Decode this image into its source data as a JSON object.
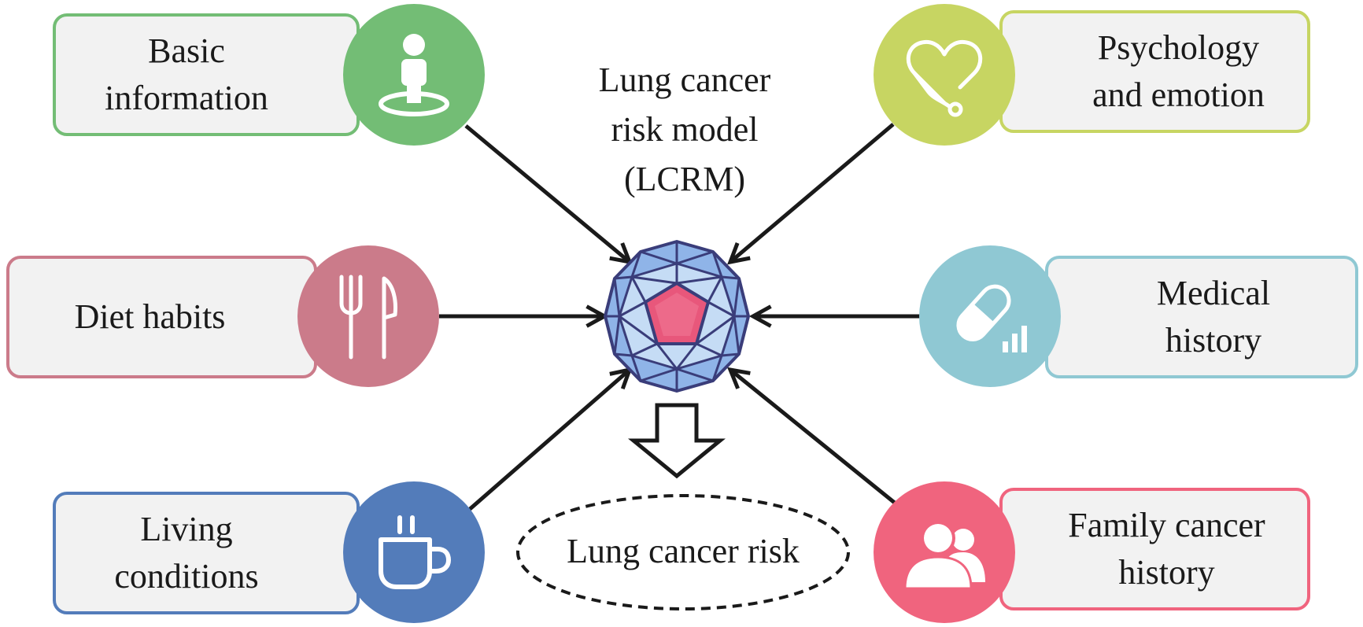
{
  "diagram": {
    "center_title": "Lung cancer\nrisk model\n(LCRM)",
    "output_label": "Lung cancer risk",
    "factors": [
      {
        "id": "basic-information",
        "label": "Basic\ninformation",
        "icon": "person-location-icon",
        "color": "#73bd75"
      },
      {
        "id": "psychology-emotion",
        "label": "Psychology\nand emotion",
        "icon": "heart-stethoscope-icon",
        "color": "#c7d562"
      },
      {
        "id": "diet-habits",
        "label": "Diet habits",
        "icon": "fork-knife-icon",
        "color": "#cb7b8a"
      },
      {
        "id": "medical-history",
        "label": "Medical\nhistory",
        "icon": "pill-chart-icon",
        "color": "#8fc8d3"
      },
      {
        "id": "living-conditions",
        "label": "Living\nconditions",
        "icon": "coffee-cup-icon",
        "color": "#537cba"
      },
      {
        "id": "family-cancer-history",
        "label": "Family cancer\nhistory",
        "icon": "family-people-icon",
        "color": "#f0647e"
      }
    ],
    "colors": {
      "gem_outer": "#8fb4e8",
      "gem_inner": "#c5dcf5",
      "gem_stroke": "#3a3d7a",
      "gem_core": "#e8577b",
      "arrow": "#1a1a1a"
    }
  }
}
